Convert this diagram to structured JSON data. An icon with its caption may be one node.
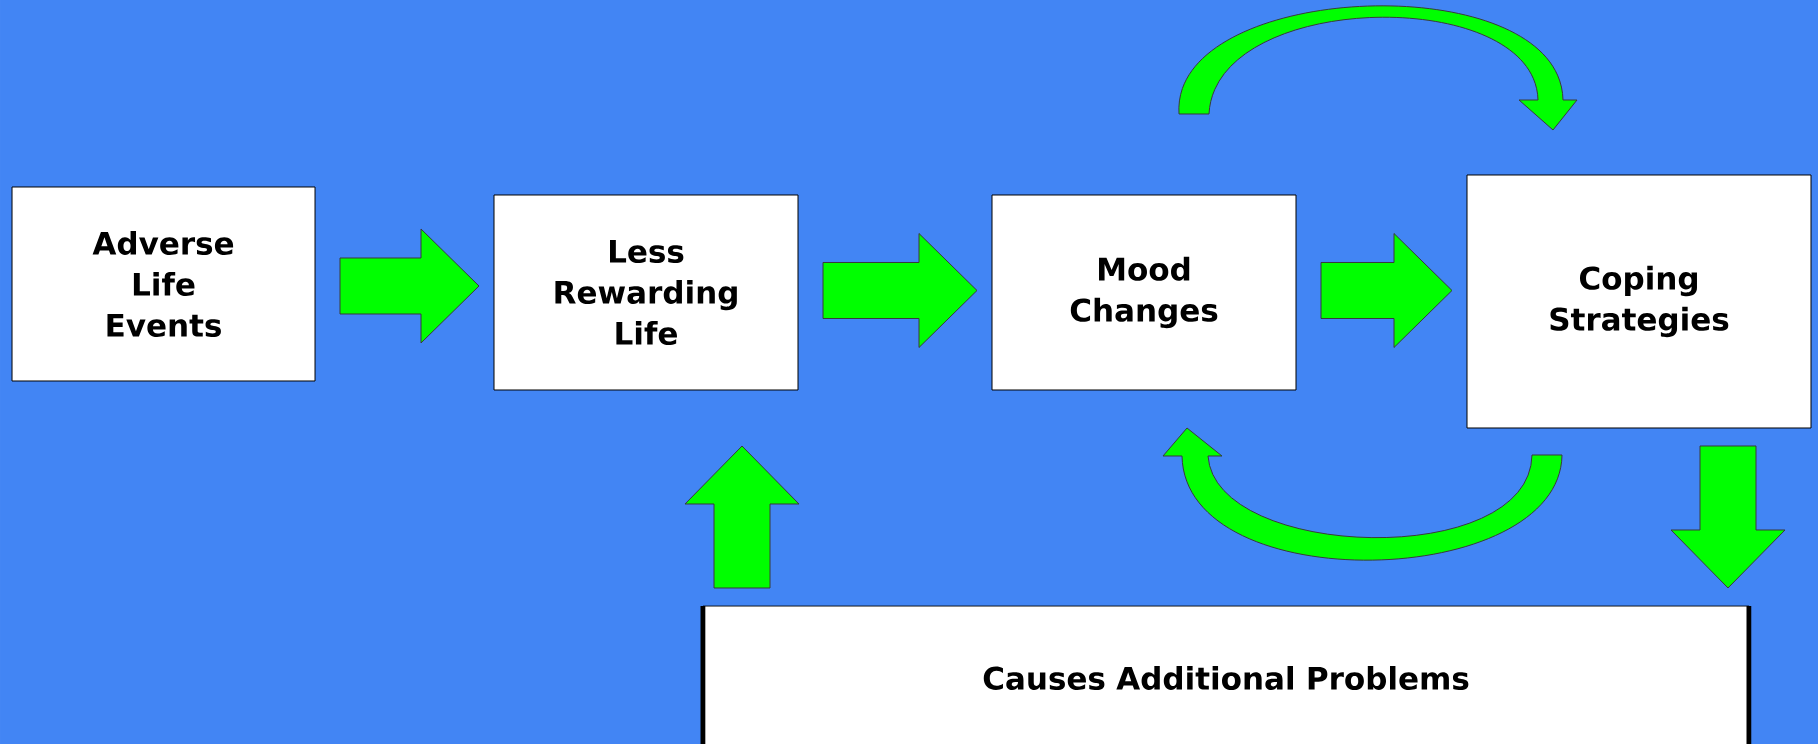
{
  "diagram": {
    "nodes": [
      {
        "text": [
          "Adverse Life Events"
        ]
      },
      {
        "text": [
          "Less Rewarding Life"
        ]
      },
      {
        "text": [
          "Mood Changes"
        ]
      },
      {
        "text": [
          "Coping Strategies"
        ]
      },
      {
        "text": [
          "Causes Additional Problems"
        ]
      }
    ],
    "edges": [
      {
        "from": 0,
        "to": 1,
        "arrow": "to"
      },
      {
        "from": 1,
        "to": 2,
        "arrow": "to"
      },
      {
        "from": 2,
        "to": 3,
        "arrow": "to"
      },
      {
        "from": 2,
        "to": 3,
        "arrow": "to"
      },
      {
        "from": 3,
        "to": 2,
        "arrow": "to"
      },
      {
        "from": 3,
        "to": 4,
        "arrow": "to"
      },
      {
        "from": 4,
        "to": 1,
        "arrow": "to"
      }
    ]
  }
}
